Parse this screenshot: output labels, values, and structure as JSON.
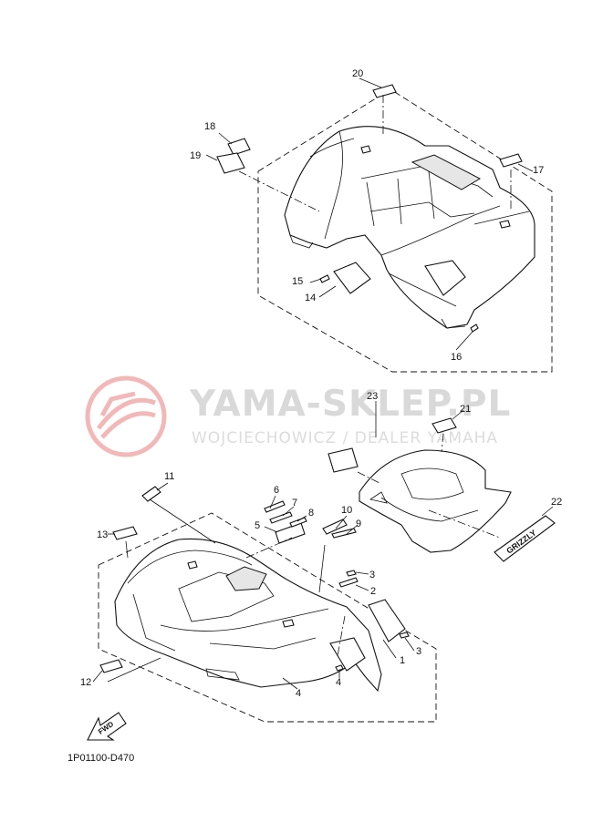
{
  "watermark": {
    "title": "YAMA-SKLEP.PL",
    "subtitle": "WOJCIECHOWICZ / DEALER YAMAHA",
    "logo_color": "#f2b8b8"
  },
  "callouts": [
    "1",
    "2",
    "3",
    "3",
    "4",
    "4",
    "5",
    "6",
    "7",
    "8",
    "9",
    "10",
    "11",
    "12",
    "13",
    "14",
    "15",
    "16",
    "17",
    "18",
    "19",
    "20",
    "21",
    "22",
    "23"
  ],
  "fwd_label": "FWD",
  "drawing_code": "1P01100-D470",
  "decal_text": "GRIZZLY",
  "colors": {
    "line": "#111111",
    "watermark": "#d9d9d9"
  }
}
